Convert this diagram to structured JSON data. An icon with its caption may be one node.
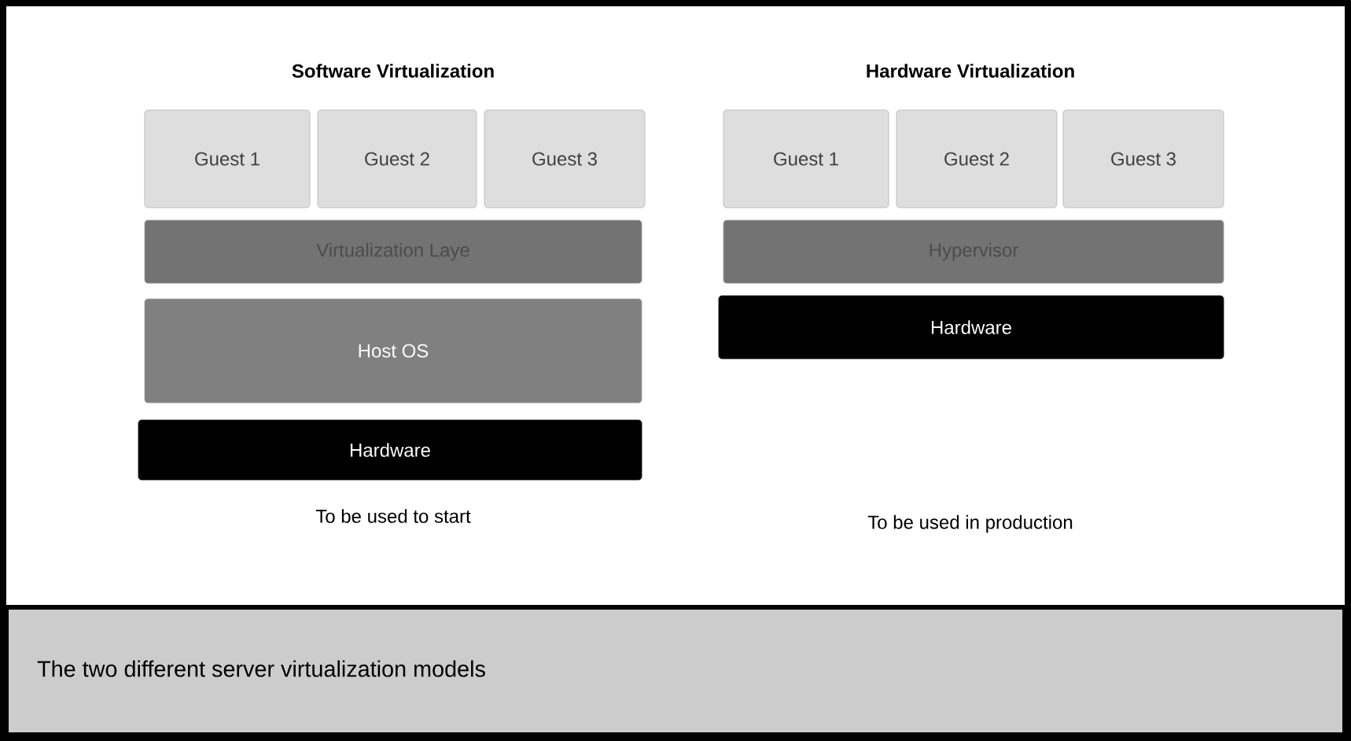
{
  "diagram": {
    "caption": "The two different server virtualization models",
    "nodes": [
      {
        "text": [
          "Guest 1"
        ]
      },
      {
        "text": [
          "Guest 2"
        ]
      },
      {
        "text": [
          "Guest 3"
        ]
      },
      {
        "text": [
          "Virtualization Laye"
        ]
      },
      {
        "text": [
          "Host OS"
        ]
      },
      {
        "text": [
          "Hardware"
        ]
      },
      {
        "text": [
          "Guest 1"
        ]
      },
      {
        "text": [
          "Guest 2"
        ]
      },
      {
        "text": [
          "Guest 3"
        ]
      },
      {
        "text": [
          "Hypervisor"
        ]
      },
      {
        "text": [
          "Hardware"
        ]
      }
    ],
    "labels": [
      "Software Virtualization",
      "Hardware Virtualization",
      "To be used to start",
      "To be used in production"
    ]
  }
}
